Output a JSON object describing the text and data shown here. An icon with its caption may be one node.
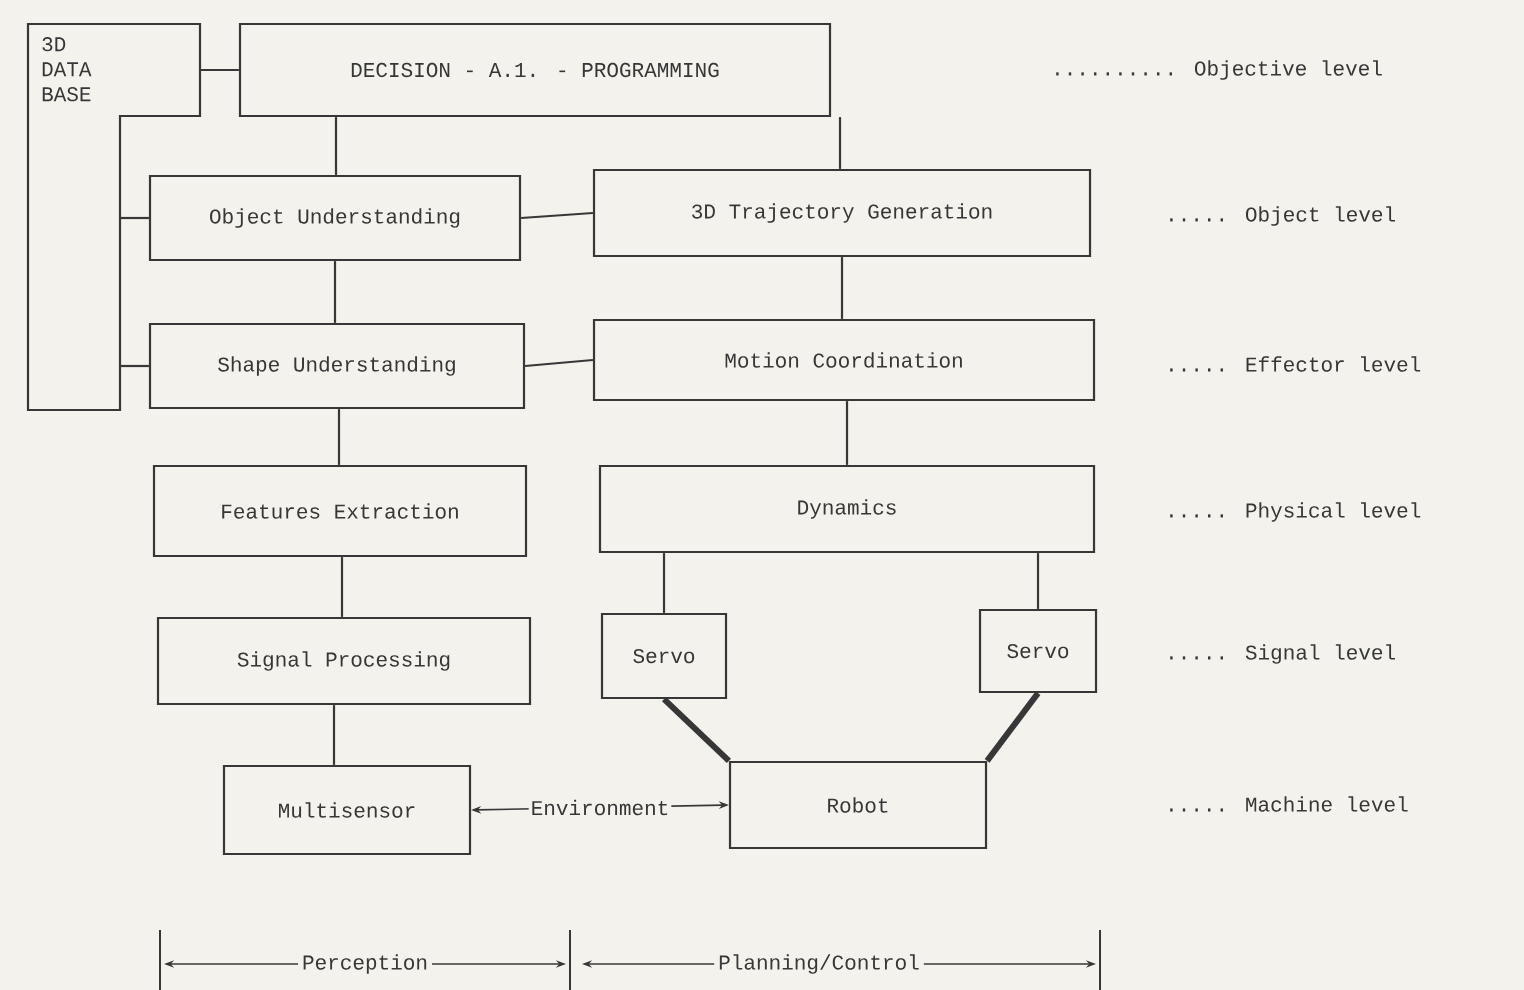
{
  "diagram": {
    "nodes": [
      {
        "text": [
          "3D DATA BASE"
        ]
      },
      {
        "text": [
          "DECISION - A.1. - PROGRAMMING"
        ]
      },
      {
        "text": [
          "Object Understanding"
        ]
      },
      {
        "text": [
          "3D Trajectory Generation"
        ]
      },
      {
        "text": [
          "Shape Understanding"
        ]
      },
      {
        "text": [
          "Motion Coordination"
        ]
      },
      {
        "text": [
          "Features Extraction"
        ]
      },
      {
        "text": [
          "Dynamics"
        ]
      },
      {
        "text": [
          "Signal Processing"
        ]
      },
      {
        "text": [
          "Servo"
        ]
      },
      {
        "text": [
          "Servo"
        ]
      },
      {
        "text": [
          "Multisensor"
        ]
      },
      {
        "text": [
          "Robot"
        ]
      }
    ],
    "edges": [
      {
        "from": 0,
        "to": 1,
        "arrow": "none"
      },
      {
        "from": 0,
        "to": 2,
        "arrow": "none"
      },
      {
        "from": 0,
        "to": 4,
        "arrow": "none"
      },
      {
        "from": 1,
        "to": 2,
        "arrow": "none"
      },
      {
        "from": 1,
        "to": 3,
        "arrow": "none"
      },
      {
        "from": 2,
        "to": 3,
        "arrow": "none"
      },
      {
        "from": 2,
        "to": 4,
        "arrow": "none"
      },
      {
        "from": 3,
        "to": 5,
        "arrow": "none"
      },
      {
        "from": 4,
        "to": 5,
        "arrow": "none"
      },
      {
        "from": 4,
        "to": 6,
        "arrow": "none"
      },
      {
        "from": 5,
        "to": 7,
        "arrow": "none"
      },
      {
        "from": 6,
        "to": 8,
        "arrow": "none"
      },
      {
        "from": 7,
        "to": 9,
        "arrow": "none"
      },
      {
        "from": 7,
        "to": 10,
        "arrow": "none"
      },
      {
        "from": 8,
        "to": 11,
        "arrow": "none"
      },
      {
        "from": 9,
        "to": 12,
        "arrow": "none",
        "style": "thick"
      },
      {
        "from": 10,
        "to": 12,
        "arrow": "none",
        "style": "thick"
      },
      {
        "from": 11,
        "to": 12,
        "arrow": "both",
        "label": "Environment"
      }
    ],
    "labels": [
      ".......... Objective level",
      "..... Object level",
      "..... Effector level",
      "..... Physical level",
      "..... Signal level",
      "..... Machine level",
      "Perception",
      "Planning/Control"
    ]
  }
}
